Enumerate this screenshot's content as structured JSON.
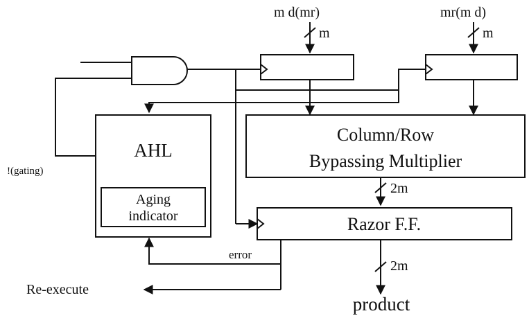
{
  "inputs": {
    "top_left": "m d(mr)",
    "top_right": "mr(m d)",
    "width_left": "m",
    "width_right": "m"
  },
  "blocks": {
    "ahl": "AHL",
    "aging_indicator_line1": "Aging",
    "aging_indicator_line2": "indicator",
    "multiplier_line1": "Column/Row",
    "multiplier_line2": "Bypassing Multiplier",
    "razor": "Razor F.F."
  },
  "signals": {
    "gating": "!(gating)",
    "error": "error",
    "reexecute": "Re-execute",
    "product": "product",
    "bus_mult_to_razor": "2m",
    "bus_razor_to_product": "2m"
  }
}
